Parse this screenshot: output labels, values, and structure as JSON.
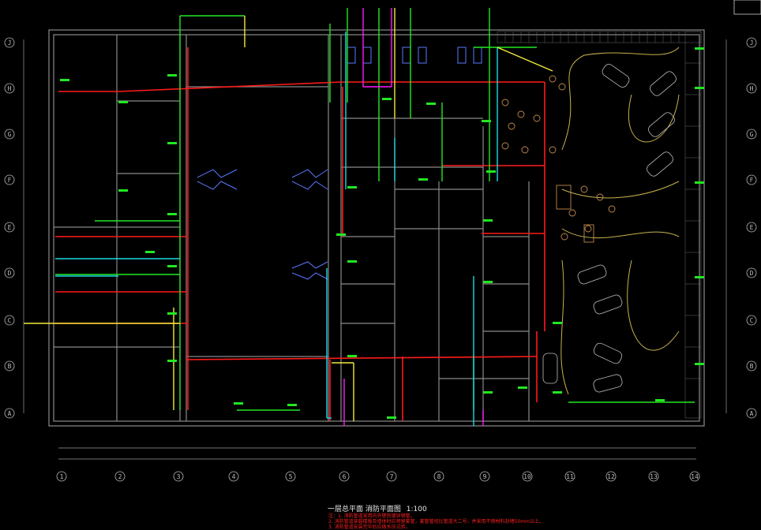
{
  "drawing": {
    "title": "一层总平面 消防平面图",
    "scale": "1:100",
    "notes": [
      "注：1. 消防管道采用内外壁热镀锌钢管。",
      "2. 消防管道穿越楼板及墙体时应预留套管，套管管径比管道大二号，并采用不燃材料封堵50mm以上。",
      "3. 消防管道安装完毕后应做水压试验。"
    ]
  },
  "grid": {
    "columns": [
      "1",
      "2",
      "3",
      "4",
      "5",
      "6",
      "7",
      "8",
      "9",
      "10",
      "11",
      "12",
      "13",
      "14"
    ],
    "rows": [
      "J",
      "H",
      "G",
      "F",
      "E",
      "D",
      "C",
      "B",
      "A"
    ]
  },
  "colors": {
    "background": "#000000",
    "wall": "#8a8a8a",
    "pipe_red": "#ff1a1a",
    "pipe_green": "#22e822",
    "pipe_cyan": "#19d9e6",
    "pipe_yellow": "#f2ea3a",
    "pipe_magenta": "#ff19ff",
    "furniture": "#c28a4a",
    "car": "#bdbdbd",
    "dimension": "#9a9a9a"
  }
}
